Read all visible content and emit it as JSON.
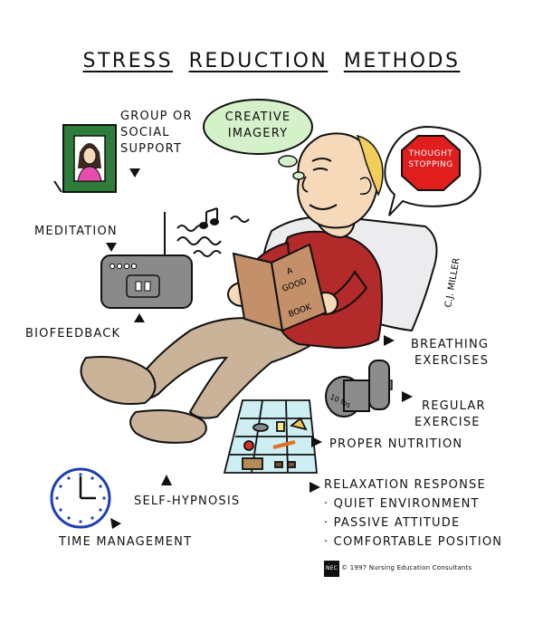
{
  "title": [
    "STRESS",
    "REDUCTION",
    "METHODS"
  ],
  "labels": {
    "group_support": [
      "GROUP OR",
      "SOCIAL",
      "SUPPORT"
    ],
    "creative_imagery": [
      "CREATIVE",
      "IMAGERY"
    ],
    "thought_stopping": [
      "THOUGHT",
      "STOPPING"
    ],
    "meditation": "MEDITATION",
    "biofeedback": "BIOFEEDBACK",
    "breathing": [
      "BREATHING",
      "EXERCISES"
    ],
    "regular_exercise": [
      "REGULAR",
      "EXERCISE"
    ],
    "proper_nutrition": "PROPER NUTRITION",
    "self_hypnosis": "SELF-HYPNOSIS",
    "time_management": "TIME MANAGEMENT",
    "relaxation": [
      "RELAXATION RESPONSE",
      "· QUIET ENVIRONMENT",
      "· PASSIVE ATTITUDE",
      "· COMFORTABLE POSITION"
    ]
  },
  "book_text": [
    "A",
    "GOOD",
    "BOOK"
  ],
  "dumbbell_text": "10 lbs",
  "signature": "C.J. MILLER",
  "copyright": "© 1997 Nursing Education Consultants",
  "colors": {
    "shirt": "#b22a2a",
    "pants": "#cbb39a",
    "skin": "#f6d9b9",
    "hair": "#f1cd5c",
    "book": "#c4906a",
    "cloud": "#d4f1c9",
    "stop_sign": "#e01e1e",
    "pillow": "#ececee",
    "radio": "#8a8a8a",
    "dumbbell": "#8c8c8c",
    "food_grid": "#cdeef3",
    "clock": "#1d3fb5",
    "frame": "#2e7d3a"
  }
}
